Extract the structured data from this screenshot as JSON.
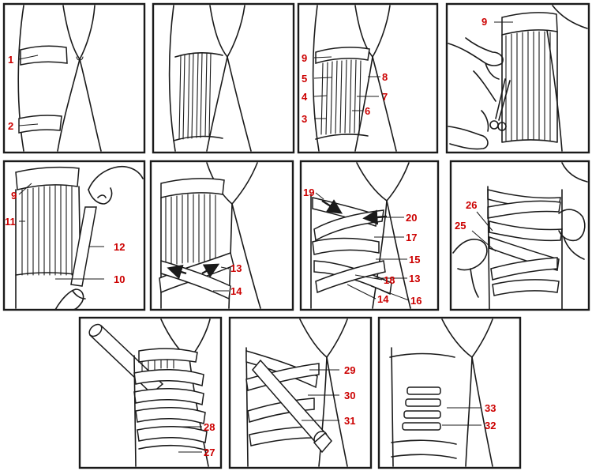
{
  "label_color": "#cc0000",
  "panels": [
    {
      "labels": [
        "1",
        "2"
      ]
    },
    {
      "labels": []
    },
    {
      "labels": [
        "9",
        "8",
        "5",
        "7",
        "4",
        "6",
        "3"
      ]
    },
    {
      "labels": [
        "9"
      ]
    },
    {
      "labels": [
        "9",
        "11",
        "12",
        "10"
      ]
    },
    {
      "labels": [
        "13",
        "14"
      ]
    },
    {
      "labels": [
        "19",
        "20",
        "17",
        "15",
        "18",
        "13",
        "14",
        "16"
      ]
    },
    {
      "labels": [
        "26",
        "25"
      ]
    },
    {
      "labels": [
        "28",
        "27"
      ]
    },
    {
      "labels": [
        "29",
        "30",
        "31"
      ]
    },
    {
      "labels": [
        "33",
        "32"
      ]
    }
  ]
}
